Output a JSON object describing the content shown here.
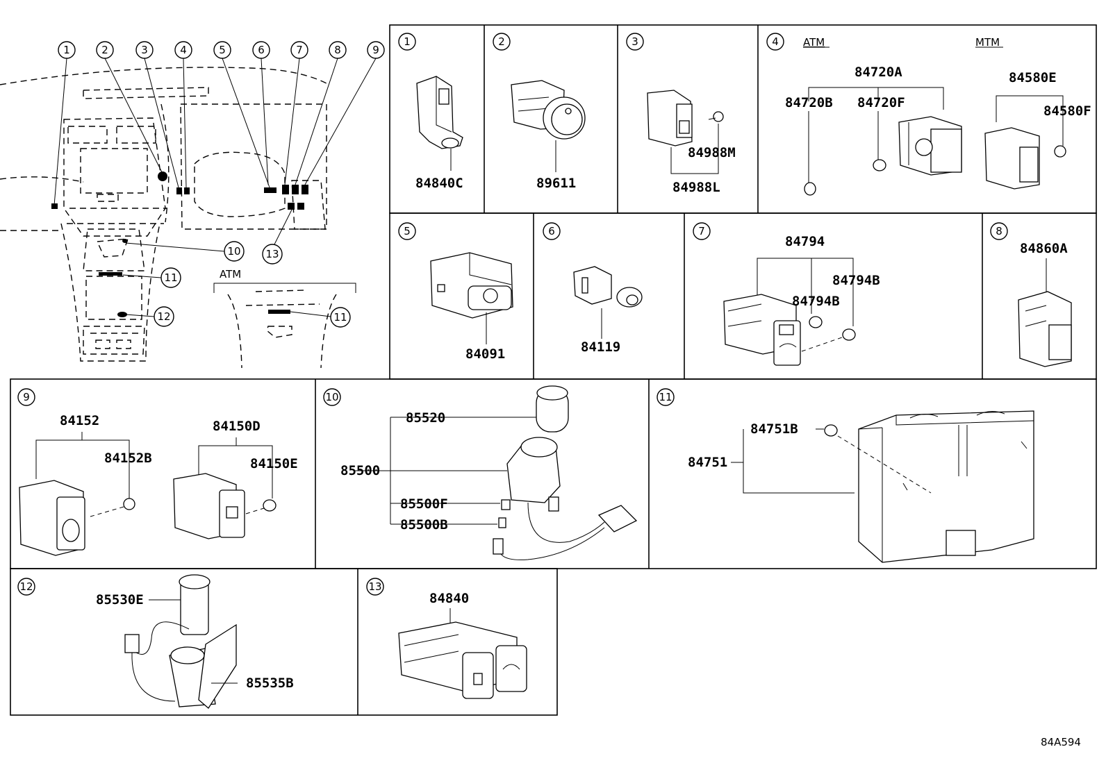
{
  "labels": {
    "atm": "ATM",
    "mtm": "MTM",
    "ref_code": "84A594"
  },
  "callouts": [
    "1",
    "2",
    "3",
    "4",
    "5",
    "6",
    "7",
    "8",
    "9",
    "10",
    "11",
    "12",
    "13"
  ],
  "parts": {
    "p84840C": "84840C",
    "p89611": "89611",
    "p84988M": "84988M",
    "p84988L": "84988L",
    "p84720A": "84720A",
    "p84720B": "84720B",
    "p84720F": "84720F",
    "p84580E": "84580E",
    "p84580F": "84580F",
    "p84091": "84091",
    "p84119": "84119",
    "p84794": "84794",
    "p84794B_a": "84794B",
    "p84794B_b": "84794B",
    "p84860A": "84860A",
    "p84152": "84152",
    "p84152B": "84152B",
    "p84150D": "84150D",
    "p84150E": "84150E",
    "p85520": "85520",
    "p85500": "85500",
    "p85500F": "85500F",
    "p85500B": "85500B",
    "p84751B": "84751B",
    "p84751": "84751",
    "p85530E": "85530E",
    "p85535B": "85535B",
    "p84840": "84840"
  }
}
